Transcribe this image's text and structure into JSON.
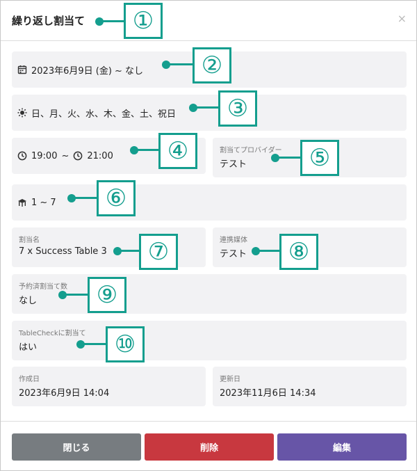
{
  "modal": {
    "title": "繰り返し割当て",
    "close_glyph": "×"
  },
  "fields": {
    "date_range": "2023年6月9日 (金) ~ なし",
    "weekdays": "日、月、火、水、木、金、土、祝日",
    "time_range_start": "19:00",
    "time_range_sep": "~",
    "time_range_end": "21:00",
    "provider": {
      "label": "割当てプロバイダー",
      "value": "テスト"
    },
    "capacity": "1 ~ 7",
    "assignment_name": {
      "label": "割当名",
      "value": "7 x Success Table 3"
    },
    "linked_media": {
      "label": "連携媒体",
      "value": "テスト"
    },
    "reserved_count": {
      "label": "予約済割当て数",
      "value": "なし"
    },
    "tablecheck": {
      "label": "TableCheckに割当て",
      "value": "はい"
    },
    "created": {
      "label": "作成日",
      "value": "2023年6月9日 14:04"
    },
    "updated": {
      "label": "更新日",
      "value": "2023年11月6日 14:34"
    }
  },
  "footer": {
    "close_label": "閉じる",
    "delete_label": "削除",
    "edit_label": "編集"
  },
  "annotations": [
    "①",
    "②",
    "③",
    "④",
    "⑤",
    "⑥",
    "⑦",
    "⑧",
    "⑨",
    "⑩"
  ],
  "colors": {
    "annotation": "#149e8e",
    "close_button": "#777c80",
    "delete_button": "#c8383f",
    "edit_button": "#6755a7",
    "field_bg": "#f2f2f4"
  }
}
